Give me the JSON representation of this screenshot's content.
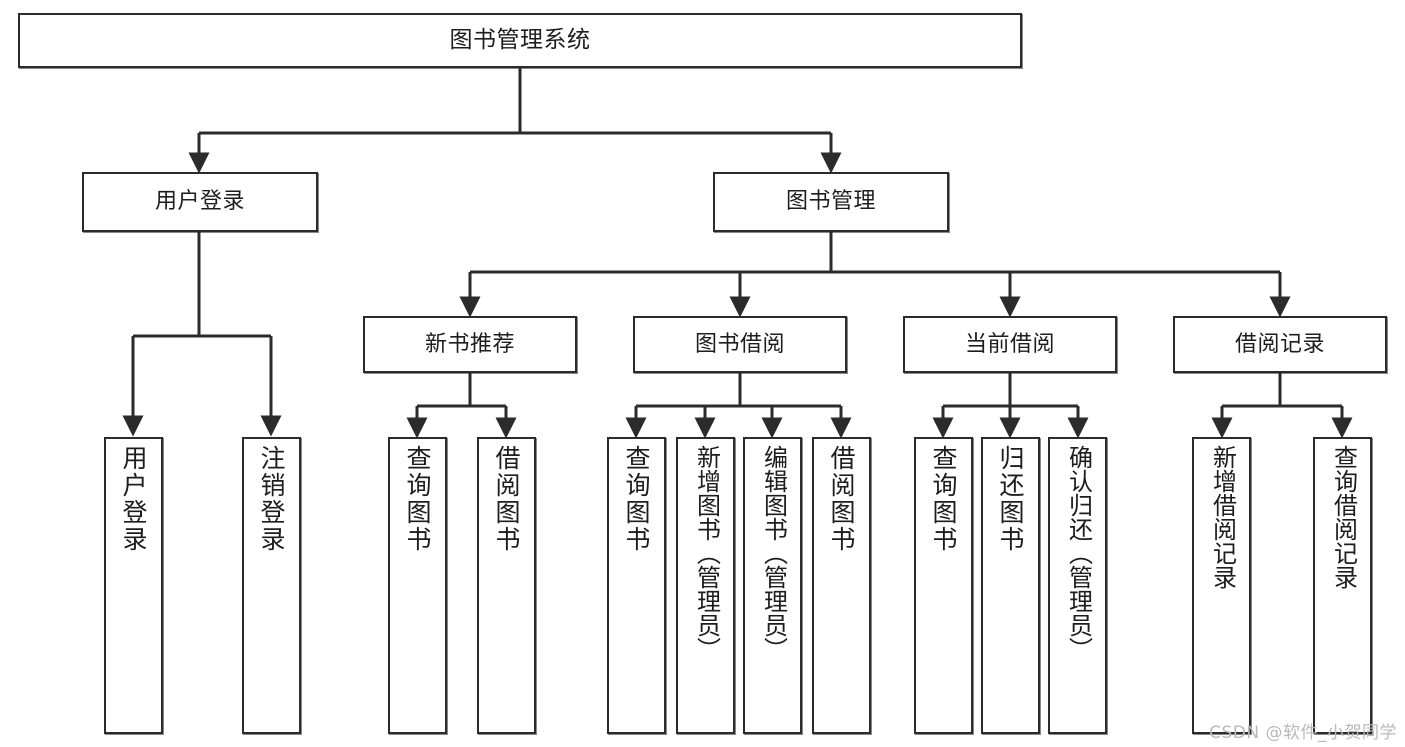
{
  "diagram": {
    "title": "图书管理系统",
    "type": "tree",
    "colors": {
      "stroke": "#2b2b2b",
      "fill": "#ffffff",
      "text": "#1d1d1d",
      "watermark": "#b9b9b9"
    },
    "nodes": {
      "root": {
        "label": "图书管理系统"
      },
      "level1": [
        {
          "label": "用户登录"
        },
        {
          "label": "图书管理"
        }
      ],
      "level2": [
        {
          "label": "新书推荐"
        },
        {
          "label": "图书借阅"
        },
        {
          "label": "当前借阅"
        },
        {
          "label": "借阅记录"
        }
      ],
      "leaves": {
        "user_login": [
          {
            "label": "用户登录"
          },
          {
            "label": "注销登录"
          }
        ],
        "new_book": [
          {
            "label": "查询图书"
          },
          {
            "label": "借阅图书"
          }
        ],
        "book_borrow": [
          {
            "label": "查询图书"
          },
          {
            "label": "新增图书（管理员）"
          },
          {
            "label": "编辑图书（管理员）"
          },
          {
            "label": "借阅图书"
          }
        ],
        "current_borrow": [
          {
            "label": "查询图书"
          },
          {
            "label": "归还图书"
          },
          {
            "label": "确认归还（管理员）"
          }
        ],
        "borrow_record": [
          {
            "label": "新增借阅记录"
          },
          {
            "label": "查询借阅记录"
          }
        ]
      }
    },
    "watermark": "CSDN @软件_小贺同学"
  }
}
